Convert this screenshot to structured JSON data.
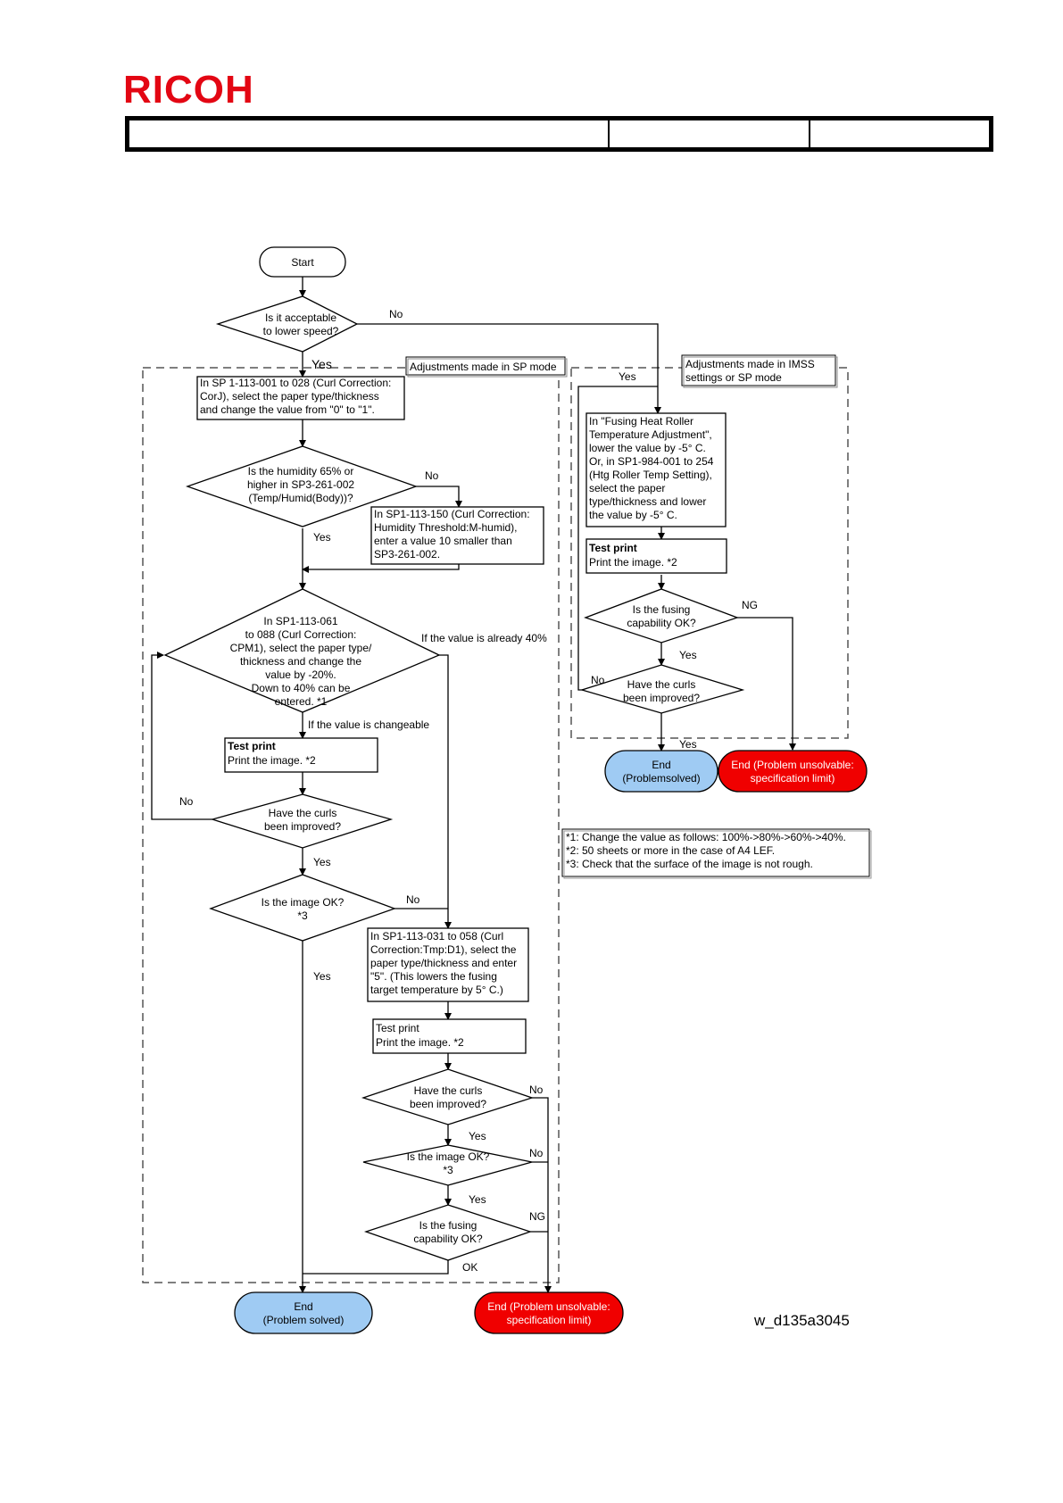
{
  "header": {
    "logo_text": "RICOH",
    "logo_color": "#e30613"
  },
  "sections": {
    "sp_mode_label": "Adjustments made in SP mode",
    "imss_label_1": "Adjustments made in IMSS",
    "imss_label_2": "settings or SP mode"
  },
  "nodes": {
    "start": "Start",
    "speed_q": [
      "Is it acceptable",
      "to lower speed?"
    ],
    "sp1113_box": [
      "In SP 1-113-001 to 028 (Curl Correction:",
      "CorJ), select the paper type/thickness",
      "and change the value from \"0\" to \"1\"."
    ],
    "humidity_q": [
      "Is the humidity 65% or",
      "higher in SP3-261-002",
      "(Temp/Humid(Body))?"
    ],
    "humid_box": [
      "In SP1-113-150 (Curl Correction:",
      "Humidity Threshold:M-humid),",
      "enter a value 10 smaller than",
      "SP3-261-002."
    ],
    "cpm1_q": [
      "In SP1-113-061",
      "to 088 (Curl Correction:",
      "CPM1), select the paper type/",
      "thickness and change the",
      "value by -20%.",
      "Down to 40% can be",
      "entered. *1"
    ],
    "test_print_1": [
      "Test print",
      "Print the image. *2"
    ],
    "curls_q_1": [
      "Have the curls",
      "been improved?"
    ],
    "image_q_1": [
      "Is the image OK?",
      "*3"
    ],
    "tmp_box": [
      "In SP1-113-031 to 058 (Curl",
      "Correction:Tmp:D1), select the",
      "paper type/thickness and enter",
      "\"5\". (This lowers the fusing",
      "target temperature by 5° C.)"
    ],
    "test_print_2": [
      "Test print",
      "Print the image. *2"
    ],
    "curls_q_2": [
      "Have the curls",
      "been improved?"
    ],
    "image_q_2": [
      "Is the image OK?",
      "*3"
    ],
    "fusing_q_2": [
      "Is the fusing",
      "capability OK?"
    ],
    "end_solved_left": [
      "End",
      "(Problem solved)"
    ],
    "end_unsolvable_left": [
      "End (Problem unsolvable:",
      "specification limit)"
    ],
    "heat_roller_box": [
      "In \"Fusing Heat Roller",
      "Temperature Adjustment\",",
      "lower the value by -5° C.",
      "Or, in SP1-984-001 to 254",
      "(Htg Roller Temp Setting),",
      "select the paper",
      "type/thickness and lower",
      "the value by -5° C."
    ],
    "test_print_r": [
      "Test print",
      "Print the image. *2"
    ],
    "fusing_q_r": [
      "Is the fusing",
      "capability OK?"
    ],
    "curls_q_r": [
      "Have the curls",
      "been improved?"
    ],
    "end_solved_right": [
      "End",
      "(Problemsolved)"
    ],
    "end_unsolvable_right": [
      "End (Problem unsolvable:",
      "specification limit)"
    ]
  },
  "edge_labels": {
    "no": "No",
    "yes": "Yes",
    "ng": "NG",
    "ok": "OK",
    "already_40": "If the value is already 40%",
    "changeable": "If the value is changeable"
  },
  "notes": [
    "*1: Change the value as follows: 100%->80%->60%->40%.",
    "*2: 50 sheets or more in the case of A4 LEF.",
    "*3: Check that the surface of the image is not rough."
  ],
  "figure_id": "w_d135a3045",
  "colors": {
    "end_solved_fill": "#9fcbf3",
    "end_unsolvable_fill": "#f00000",
    "line": "#000000"
  }
}
